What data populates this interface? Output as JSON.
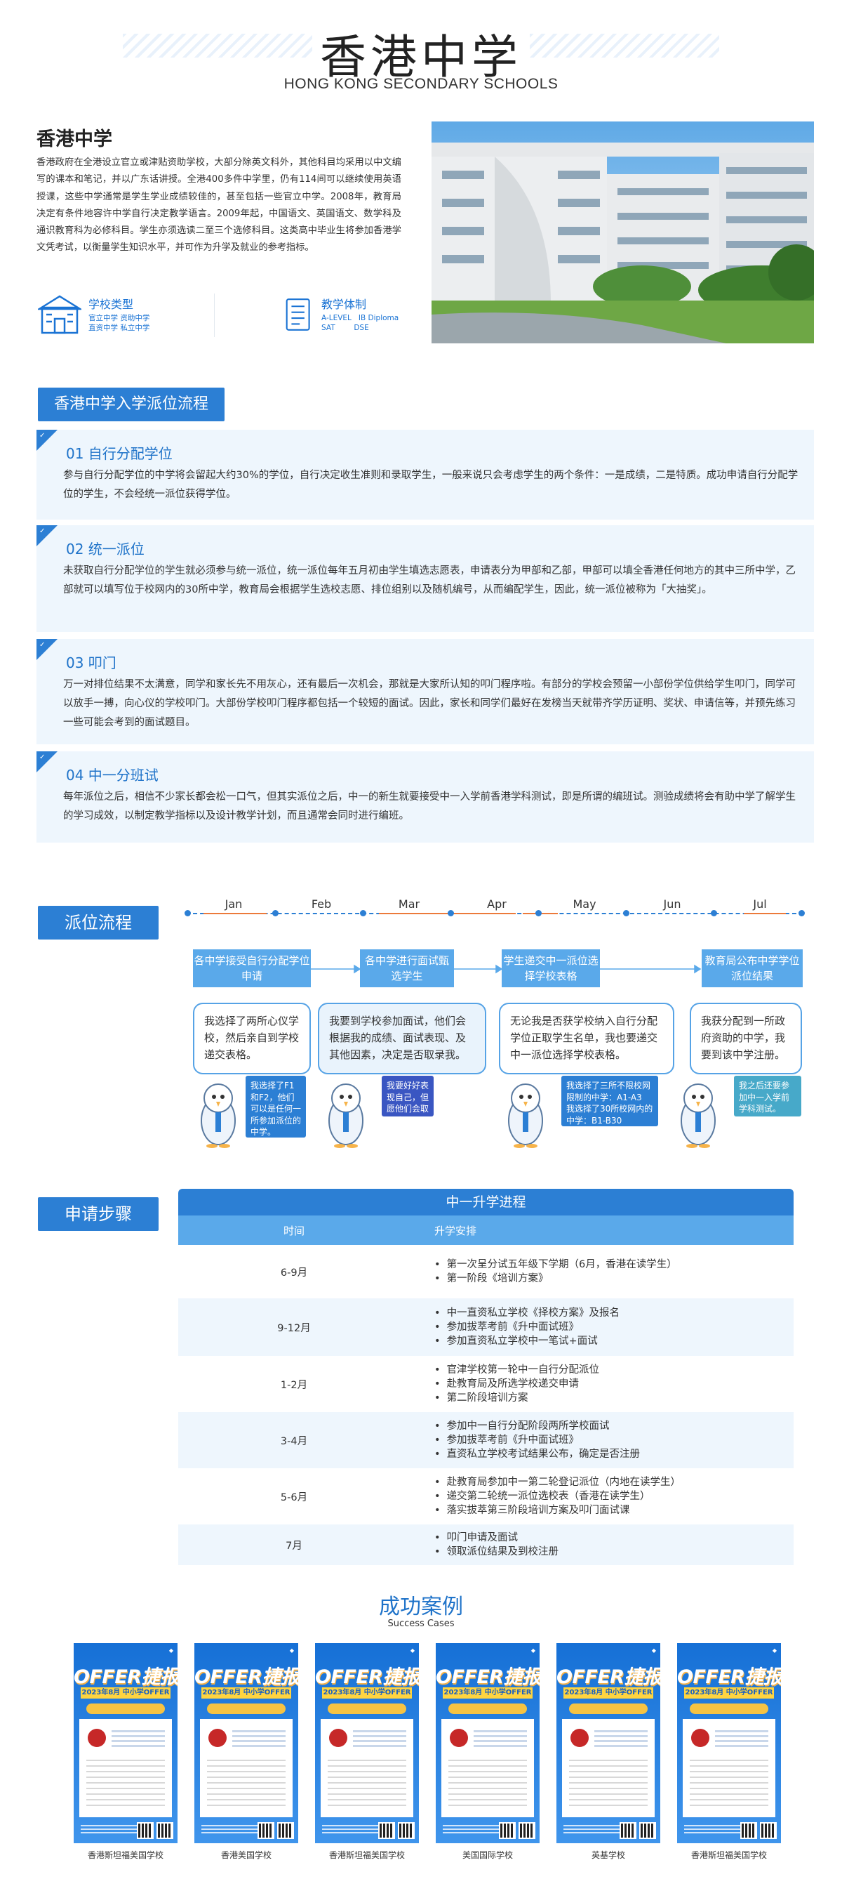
{
  "header": {
    "title": "香港中学",
    "subtitle": "HONG KONG SECONDARY SCHOOLS"
  },
  "intro": {
    "title": "香港中学",
    "text": "香港政府在全港设立官立或津贴资助学校，大部分除英文科外，其他科目均采用以中文编写的课本和笔记，并以广东话讲授。全港400多件中学里，仍有114间可以继续使用英语授课，这些中学通常是学生学业成绩较佳的，甚至包括一些官立中学。2008年，教育局决定有条件地容许中学自行决定教学语言。2009年起，中国语文、英国语文、数学科及通识教育科为必修科目。学生亦须选读二至三个选修科目。这类高中毕业生将参加香港学文凭考试，以衡量学生知识水平，并可作为升学及就业的参考指标。",
    "school_type": {
      "icon": "school-building-icon",
      "label": "学校类型",
      "lines": "官立中学 资助中学\n直资中学 私立中学"
    },
    "curriculum": {
      "icon": "document-list-icon",
      "label": "教学体制",
      "lines": "A-LEVEL   IB Diploma\nSAT        DSE"
    }
  },
  "admission": {
    "section_label": "香港中学入学派位流程",
    "steps": [
      {
        "title": "01 自行分配学位",
        "body": "参与自行分配学位的中学将会留起大约30%的学位，自行决定收生准则和录取学生，一般来说只会考虑学生的两个条件：一是成绩，二是特质。成功申请自行分配学位的学生，不会经统一派位获得学位。"
      },
      {
        "title": "02 统一派位",
        "body": "未获取自行分配学位的学生就必须参与统一派位，统一派位每年五月初由学生填选志愿表，申请表分为甲部和乙部，甲部可以填全香港任何地方的其中三所中学，乙部就可以填写位于校网内的30所中学，教育局会根据学生选校志愿、排位组别以及随机编号，从而编配学生，因此，统一派位被称为「大抽奖」。"
      },
      {
        "title": "03 叩门",
        "body": "万一对排位结果不太满意，同学和家长先不用灰心，还有最后一次机会，那就是大家所认知的叩门程序啦。有部分的学校会预留一小部份学位供给学生叩门，同学可以放手一搏，向心仪的学校叩门。大部份学校叩门程序都包括一个较短的面试。因此，家长和同学们最好在发榜当天就带齐学历证明、奖状、申请信等，并预先练习一些可能会考到的面试题目。"
      },
      {
        "title": "04 中一分班试",
        "body": "每年派位之后，相信不少家长都会松一口气，但其实派位之后，中一的新生就要接受中一入学前香港学科测试，即是所谓的编班试。测验成绩将会有助中学了解学生的学习成效，以制定教学指标以及设计教学计划，而且通常会同时进行编班。"
      }
    ]
  },
  "allocation": {
    "section_label": "派位流程",
    "months": [
      "Jan",
      "Feb",
      "Mar",
      "Apr",
      "May",
      "Jun",
      "Jul"
    ],
    "stages": [
      "各中学接受自行分配学位申请",
      "各中学进行面试甄选学生",
      "学生递交中一派位选择学校表格",
      "教育局公布中学学位派位结果"
    ],
    "speeches": [
      "我选择了两所心仪学校，然后亲自到学校递交表格。",
      "我要到学校参加面试，他们会根据我的成绩、面试表现、及其他因素，决定是否取录我。",
      "无论我是否获学校纳入自行分配学位正取学生名单，我也要递交中一派位选择学校表格。",
      "我获分配到一所政府资助的中学，我要到该中学注册。"
    ],
    "notes": [
      "我选择了F1和F2，他们可以是任何一所参加派位的中学。",
      "我要好好表现自己，但愿他们会取录我。",
      "我选择了三所不限校网限制的中学：A1-A3\n我选择了30所校网内的中学：B1-B30",
      "我之后还要参加中一入学前学科测试。"
    ]
  },
  "application": {
    "section_label": "申请步骤",
    "table_title": "中一升学进程",
    "col_time": "时间",
    "col_plan": "升学安排",
    "rows": [
      {
        "time": "6-9月",
        "items": [
          "第一次呈分试五年级下学期（6月，香港在读学生）",
          "第一阶段《培训方案》"
        ]
      },
      {
        "time": "9-12月",
        "items": [
          "中一直资私立学校《择校方案》及报名",
          "参加拔萃考前《升中面试班》",
          "参加直资私立学校中一笔试+面试"
        ]
      },
      {
        "time": "1-2月",
        "items": [
          "官津学校第一轮中一自行分配派位",
          "赴教育局及所选学校递交申请",
          "第二阶段培训方案"
        ]
      },
      {
        "time": "3-4月",
        "items": [
          "参加中一自行分配阶段两所学校面试",
          "参加拔萃考前《升中面试班》",
          "直资私立学校考试结果公布，确定是否注册"
        ]
      },
      {
        "time": "5-6月",
        "items": [
          "赴教育局参加中一第二轮登记派位（内地在读学生）",
          "递交第二轮统一派位选校表（香港在读学生）",
          "落实拔萃第三阶段培训方案及叩门面试课"
        ]
      },
      {
        "time": "7月",
        "items": [
          "叩门申请及面试",
          "领取派位结果及到校注册"
        ]
      }
    ]
  },
  "success": {
    "title": "成功案例",
    "subtitle": "Success Cases",
    "posters": [
      {
        "brand": "OFFER捷报",
        "strip": "2023年8月  中小学OFFER",
        "school": "香港斯坦福美国学校"
      },
      {
        "brand": "OFFER捷报",
        "strip": "2023年8月  中小学OFFER",
        "school": "香港美国学校"
      },
      {
        "brand": "OFFER捷报",
        "strip": "2023年8月  中小学OFFER",
        "school": "香港斯坦福美国学校"
      },
      {
        "brand": "OFFER捷报",
        "strip": "2023年8月  中小学OFFER",
        "school": "美国国际学校"
      },
      {
        "brand": "OFFER捷报",
        "strip": "2023年8月  中小学OFFER",
        "school": "英基学校"
      },
      {
        "brand": "OFFER捷报",
        "strip": "2023年8月  中小学OFFER",
        "school": "香港斯坦福美国学校"
      }
    ]
  },
  "colors": {
    "accent": "#2c7fd4",
    "accent_light": "#5aa9ea",
    "timeline_orange": "#ec7a3b",
    "card_bg": "#eef6fd"
  }
}
